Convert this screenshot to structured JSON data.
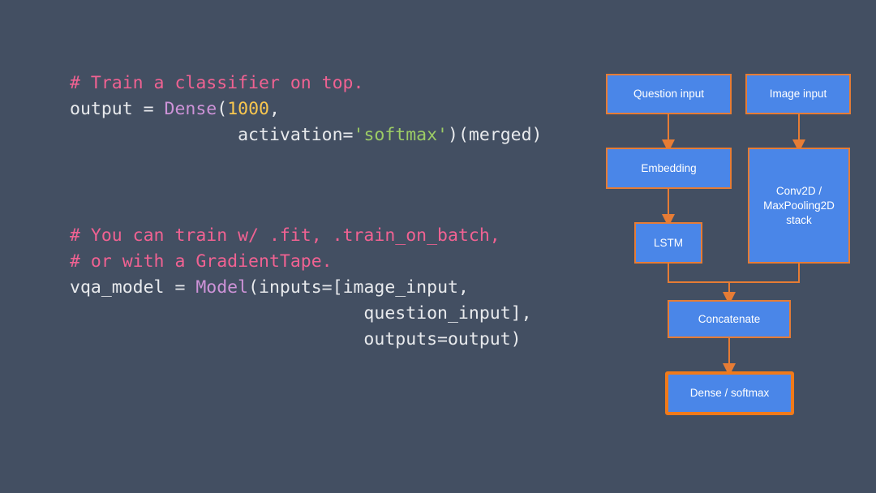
{
  "code": {
    "block1": {
      "comment": "# Train a classifier on top.",
      "l2_a": "output = ",
      "l2_fn": "Dense",
      "l2_b": "(",
      "l2_num": "1000",
      "l2_c": ",",
      "l3_indent": "                ",
      "l3_a": "activation=",
      "l3_str": "'softmax'",
      "l3_b": ")(merged)"
    },
    "block2": {
      "comment1": "# You can train w/ .fit, .train_on_batch,",
      "comment2": "# or with a GradientTape.",
      "l3_a": "vqa_model = ",
      "l3_fn": "Model",
      "l3_b": "(inputs=[image_input,",
      "l4": "                            question_input],",
      "l5": "                            outputs=output)"
    }
  },
  "diagram": {
    "nodes": {
      "question_input": "Question input",
      "image_input": "Image input",
      "embedding": "Embedding",
      "conv": "Conv2D /\nMaxPooling2D\nstack",
      "lstm": "LSTM",
      "concatenate": "Concatenate",
      "dense": "Dense / softmax"
    },
    "edges": [
      [
        "question_input",
        "embedding"
      ],
      [
        "embedding",
        "lstm"
      ],
      [
        "image_input",
        "conv"
      ],
      [
        "lstm",
        "concatenate"
      ],
      [
        "conv",
        "concatenate"
      ],
      [
        "concatenate",
        "dense"
      ]
    ],
    "colors": {
      "node_fill": "#4a86e8",
      "node_border": "#e67c35",
      "edge": "#e67c35",
      "background": "#434f62"
    }
  }
}
